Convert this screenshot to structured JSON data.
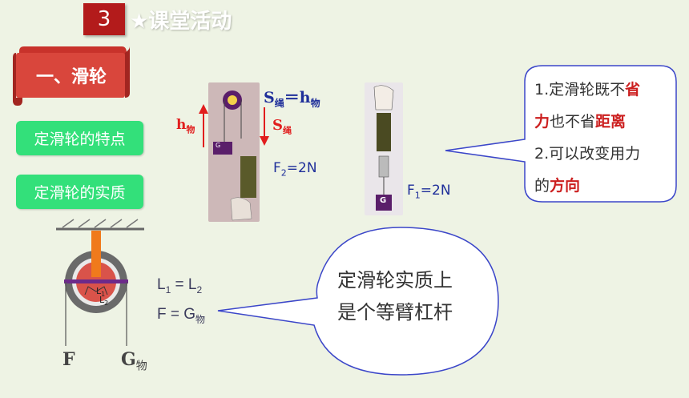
{
  "header": {
    "section_number": "3",
    "section_title": "★课堂活动"
  },
  "ribbon": {
    "label": "一、滑轮"
  },
  "buttons": [
    {
      "label": "定滑轮的特点"
    },
    {
      "label": "定滑轮的实质"
    }
  ],
  "photo1": {
    "eq_s": "S",
    "eq_s_sub": "绳",
    "eq_equals": "＝",
    "eq_h": "h",
    "eq_h_sub": "物",
    "h_label": "h",
    "h_sub": "物",
    "s_label": "S",
    "s_sub": "绳",
    "weight_mark": "G",
    "f2_text": "F",
    "f2_sub": "2",
    "f2_value": "=2N"
  },
  "photo2": {
    "weight_mark": "G",
    "f1_text": "F",
    "f1_sub": "1",
    "f1_value": "=2N"
  },
  "callout_top": {
    "line1_a": "1.定滑轮既不",
    "line1_b": "省",
    "line2_a": "力",
    "line2_b": "也不省",
    "line2_c": "距离",
    "line3": "2.可以改变用力",
    "line4_a": "的",
    "line4_b": "方向"
  },
  "diagram": {
    "l1": "L",
    "l1_sub": "1",
    "l2_mark": "L",
    "l2_sub": "2",
    "f_label": "F",
    "g_label": "G",
    "g_sub": "物"
  },
  "formulas": {
    "line1_a": "L",
    "line1_a_sub": "1",
    "line1_eq": " = L",
    "line1_b_sub": "2",
    "line2_a": "F = G",
    "line2_sub": "物"
  },
  "callout_bottom": {
    "line1": "定滑轮实质上",
    "line2": "是个等臂杠杆"
  },
  "colors": {
    "accent_red": "#b31b1b",
    "button_green": "#33e07a",
    "highlight_red": "#cc1f1f",
    "bubble_border": "#3b46c9"
  }
}
